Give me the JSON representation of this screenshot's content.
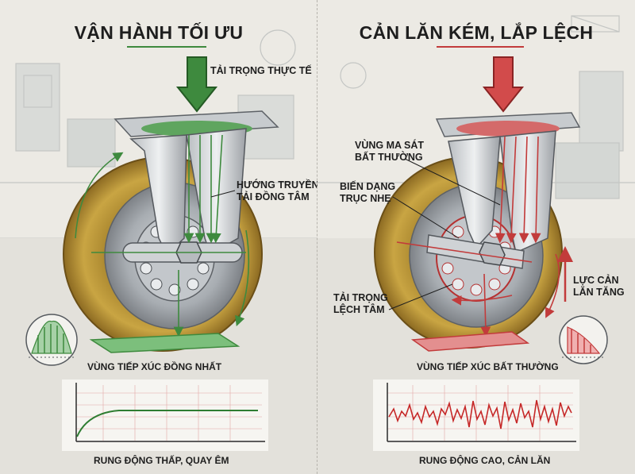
{
  "left_panel": {
    "title": "VẬN HÀNH TỐI ƯU",
    "accent_color": "#3e8a3e",
    "labels": {
      "load": "TẢI TRỌNG THỰC TẾ",
      "transfer_line1": "HƯỚNG TRUYỀN",
      "transfer_line2": "TẢI ĐỒNG TÂM",
      "contact": "VÙNG TIẾP XÚC ĐỒNG NHẤT",
      "vibration": "RUNG ĐỘNG THẤP, QUAY ÊM"
    }
  },
  "right_panel": {
    "title": "CẢN LĂN KÉM, LẮP LỆCH",
    "accent_color": "#c23b3b",
    "labels": {
      "friction_line1": "VÙNG MA SÁT",
      "friction_line2": "BẤT THƯỜNG",
      "deform_line1": "BIẾN DẠNG",
      "deform_line2": "TRỤC NHẸ",
      "offcenter_line1": "TẢI TRỌNG",
      "offcenter_line2": "LỆCH TÂM",
      "resistance_line1": "LỰC CẢN",
      "resistance_line2": "LĂN TĂNG",
      "contact": "VÙNG TIẾP XÚC BẤT THƯỜNG",
      "vibration": "RUNG ĐỘNG CAO, CẢN LĂN"
    }
  }
}
